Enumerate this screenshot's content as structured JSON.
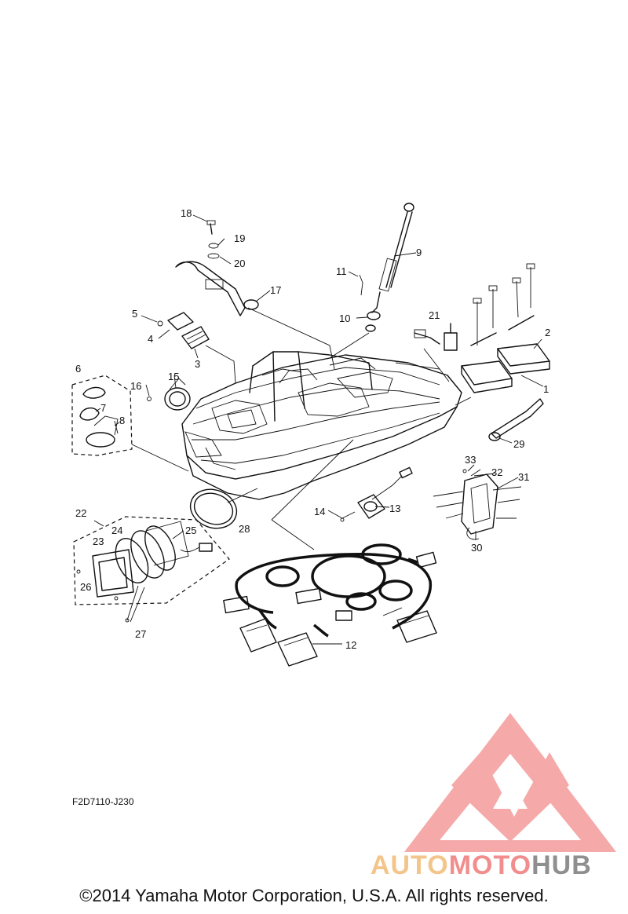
{
  "parts": {
    "p1": "1",
    "p2": "2",
    "p3": "3",
    "p4": "4",
    "p5": "5",
    "p6": "6",
    "p7": "7",
    "p8": "8",
    "p9": "9",
    "p10": "10",
    "p11": "11",
    "p12": "12",
    "p13": "13",
    "p14": "14",
    "p15": "15",
    "p16": "16",
    "p17": "17",
    "p18": "18",
    "p19": "19",
    "p20": "20",
    "p21": "21",
    "p22": "22",
    "p23": "23",
    "p24": "24",
    "p25": "25",
    "p26": "26",
    "p27": "27",
    "p28": "28",
    "p29": "29",
    "p30": "30",
    "p31": "31",
    "p32": "32",
    "p33": "33"
  },
  "diagram_code": "F2D7110-J230",
  "copyright": "©2014 Yamaha Motor Corporation, U.S.A. All rights reserved.",
  "watermark": {
    "part1": "AUTO",
    "part2": "MOTO",
    "part3": "HUB",
    "color_auto": "#f4c58a",
    "color_moto": "#f28d8d",
    "color_hub": "#8f8f8f",
    "logo_color": "#f28d8d"
  }
}
